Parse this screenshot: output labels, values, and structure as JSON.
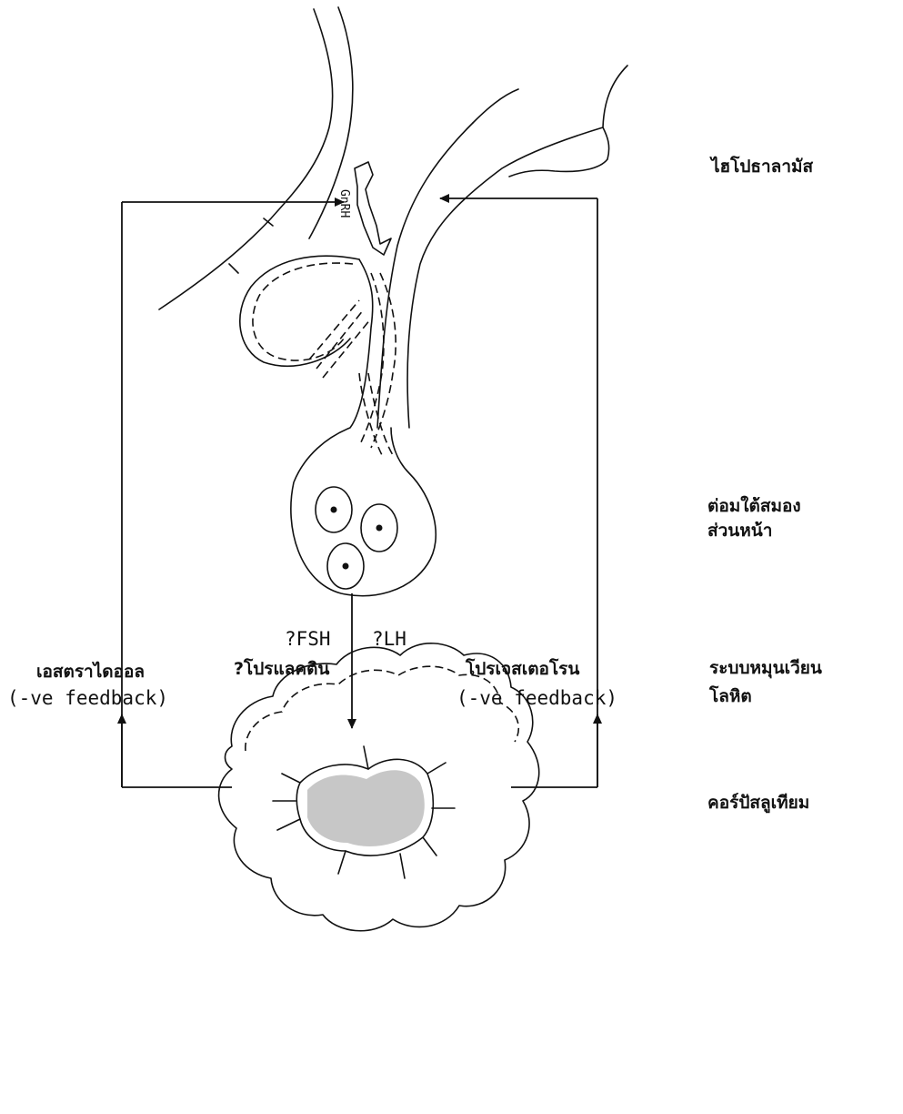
{
  "labels": {
    "hypothalamus": "ไฮโปธาลามัส",
    "anterior_pituitary_line1": "ต่อมใต้สมอง",
    "anterior_pituitary_line2": "ส่วนหน้า",
    "circulation_line1": "ระบบหมุนเวียน",
    "circulation_line2": "โลหิต",
    "corpus_luteum": "คอร์ปัสลูเทียม",
    "gnrh": "GnRH",
    "fsh": "?FSH",
    "lh": "?LH",
    "prolactin": "?โปรแลคติน",
    "estradiol": "เอสตราไดออล",
    "estradiol_feedback": "(-ve feedback)",
    "progesterone": "โปรเจสเตอโรน",
    "progesterone_feedback": "(-ve feedback)"
  }
}
